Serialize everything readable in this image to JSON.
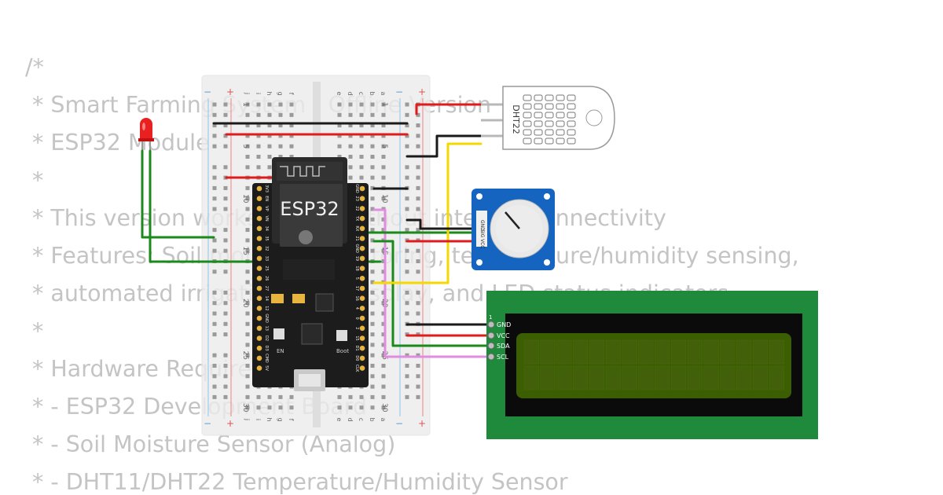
{
  "code_comment": {
    "lines": [
      "/*",
      " * Smart Farming System - Offline Version",
      " * ESP32 Module",
      " *",
      " * This version works offline without internet connectivity",
      " * Features: Soil moisture monitoring, temperature/humidity sensing,",
      " * automated irrigation, LCD display, and LED status indicators",
      " *",
      " * Hardware Requirements:",
      " * - ESP32 Development Board",
      " * - Soil Moisture Sensor (Analog)",
      " * - DHT11/DHT22 Temperature/Humidity Sensor"
    ]
  },
  "breadboard": {
    "column_letters_left": [
      "j",
      "i",
      "h",
      "g",
      "f"
    ],
    "column_letters_right": [
      "e",
      "d",
      "c",
      "b",
      "a"
    ],
    "row_numbers": [
      "1",
      "5",
      "10",
      "15",
      "20",
      "25",
      "30"
    ],
    "rail_plus": "+",
    "rail_minus": "−"
  },
  "esp32": {
    "label": "ESP32",
    "pins_left": [
      "3V3",
      "EN",
      "VP",
      "VN",
      "34",
      "35",
      "32",
      "33",
      "25",
      "26",
      "27",
      "14",
      "12",
      "GND",
      "13",
      "D2",
      "D3",
      "CMD",
      "5V"
    ],
    "pins_right": [
      "GND",
      "23",
      "22",
      "TX",
      "RX",
      "21",
      "GND",
      "19",
      "18",
      "5",
      "17",
      "16",
      "4",
      "0",
      "2",
      "15",
      "D1",
      "D0",
      "CLK"
    ],
    "button_en": "EN",
    "button_boot": "Boot"
  },
  "dht22": {
    "label": "DHT22"
  },
  "potentiometer": {
    "pins": [
      "GND",
      "SIG",
      "VCC"
    ]
  },
  "lcd": {
    "pin_one": "1",
    "pins": [
      "GND",
      "VCC",
      "SDA",
      "SCL"
    ],
    "rows": 2,
    "cols": 16
  },
  "colors": {
    "wire_red": "#e01b1b",
    "wire_black": "#1a1a1a",
    "wire_green": "#1a8a1a",
    "wire_yellow": "#f5d800",
    "wire_pink": "#e08ce0",
    "lcd_frame": "#1f8a3c",
    "lcd_screen": "#3a5e00",
    "pot_body": "#1565c0"
  }
}
